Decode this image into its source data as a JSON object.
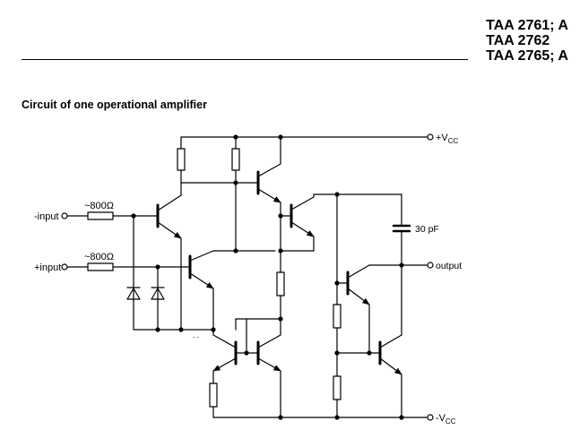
{
  "header": {
    "part_numbers": [
      "TAA 2761; A",
      "TAA 2762",
      "TAA 2765; A"
    ]
  },
  "caption": "Circuit of one operational amplifier",
  "schematic": {
    "labels": {
      "input_minus": "-input",
      "input_plus": "+input",
      "resistor_minus": "~800Ω",
      "resistor_plus": "~800Ω",
      "capacitor": "30 pF",
      "output": "output",
      "vcc_pos": "+V",
      "vcc_neg": "-V",
      "vcc_sub": "CC"
    }
  }
}
